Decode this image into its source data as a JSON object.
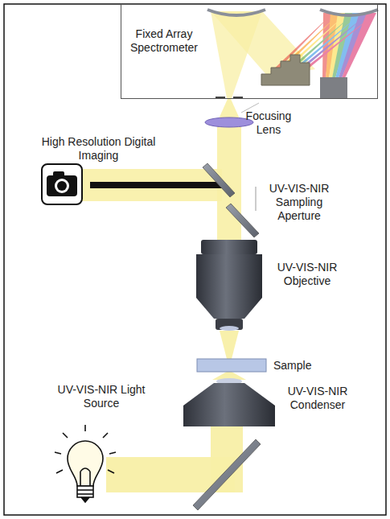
{
  "diagram": {
    "nodes": [
      {
        "text": [
          "Fixed Array Spectrometer"
        ]
      }
    ],
    "labels": [
      "Focusing Lens",
      "High Resolution Digital Imaging",
      "UV-VIS-NIR Sampling Aperture",
      "UV-VIS-NIR Objective",
      "Sample",
      "UV-VIS-NIR Condenser",
      "UV-VIS-NIR Light Source"
    ]
  }
}
